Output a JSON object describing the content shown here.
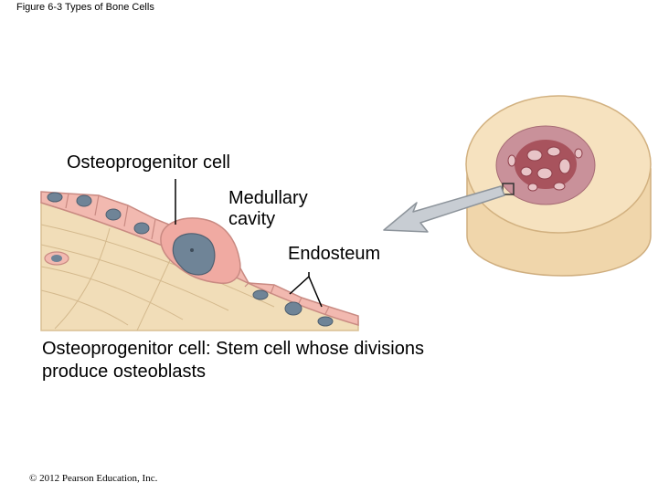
{
  "figure": {
    "title": "Figure 6-3 Types of Bone Cells"
  },
  "labels": {
    "osteoprogenitor": "Osteoprogenitor cell",
    "medullary": "Medullary cavity",
    "endosteum": "Endosteum"
  },
  "caption": "Osteoprogenitor cell: Stem cell whose divisions produce osteoblasts",
  "copyright": "© 2012 Pearson Education, Inc.",
  "colors": {
    "bone_matrix": "#f1ddb8",
    "cell_pink": "#f2b9b0",
    "cell_outline": "#c98a82",
    "nucleus": "#6f8497",
    "marrow": "#a8535d",
    "arrow": "#c8cdd3"
  }
}
